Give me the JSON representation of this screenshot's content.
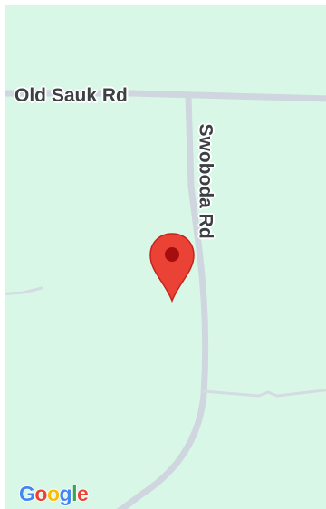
{
  "map": {
    "roads": {
      "old_sauk": "Old Sauk Rd",
      "swoboda": "Swoboda Rd"
    },
    "pin_icon": "location-pin-icon",
    "pin_color": "#ea4335",
    "background_color": "#d9f7e6",
    "road_color": "#cfd6df"
  },
  "branding": {
    "logo_text": "Google",
    "colors": [
      "#4285F4",
      "#EA4335",
      "#FBBC05",
      "#4285F4",
      "#34A853",
      "#EA4335"
    ]
  }
}
